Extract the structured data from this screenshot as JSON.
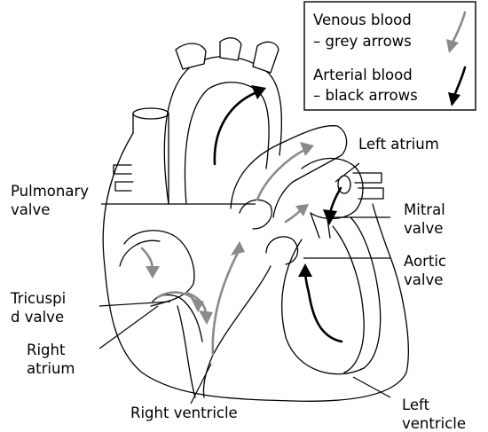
{
  "legend": {
    "venous_line1": "Venous blood",
    "venous_line2": "– grey arrows",
    "arterial_line1": "Arterial blood",
    "arterial_line2": "– black arrows"
  },
  "labels": {
    "left_atrium": "Left atrium",
    "pulmonary_valve_1": "Pulmonary",
    "pulmonary_valve_2": "valve",
    "mitral_valve_1": "Mitral",
    "mitral_valve_2": "valve",
    "aortic_valve_1": "Aortic",
    "aortic_valve_2": "valve",
    "tricuspid_valve_1": "Tricuspi",
    "tricuspid_valve_2": "d valve",
    "right_atrium_1": "Right",
    "right_atrium_2": "atrium",
    "right_ventricle": "Right ventricle",
    "left_ventricle_1": "Left",
    "left_ventricle_2": "ventricle"
  },
  "colors": {
    "venous_arrow": "#8a8a8a",
    "arterial_arrow": "#000000"
  }
}
